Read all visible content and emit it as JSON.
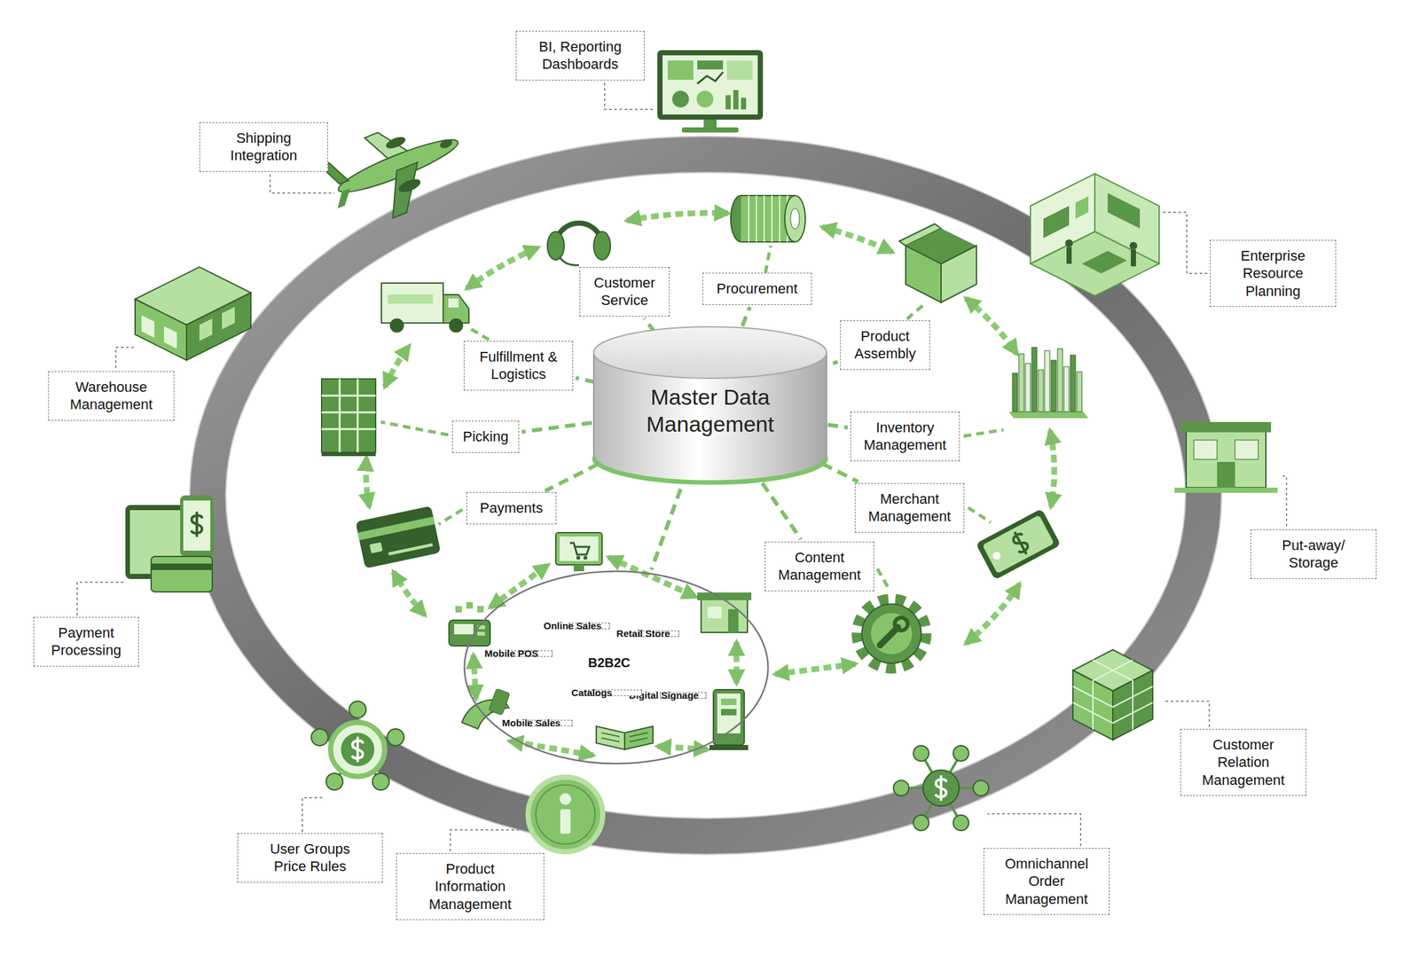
{
  "diagram": {
    "nodes": [
      {
        "text": [
          "BI, Reporting Dashboards"
        ]
      },
      {
        "text": [
          "Shipping Integration"
        ]
      },
      {
        "text": [
          "Enterprise Resource Planning"
        ]
      },
      {
        "text": [
          "Customer Service"
        ]
      },
      {
        "text": [
          "Procurement"
        ]
      },
      {
        "text": [
          "Product Assembly"
        ]
      },
      {
        "text": [
          "Fulfillment & Logistics"
        ]
      },
      {
        "text": [
          "Master Data Management"
        ]
      },
      {
        "text": [
          "Warehouse Management"
        ]
      },
      {
        "text": [
          "Picking"
        ]
      },
      {
        "text": [
          "Inventory Management"
        ]
      },
      {
        "text": [
          "Payments"
        ]
      },
      {
        "text": [
          "Merchant Management"
        ]
      },
      {
        "text": [
          "Put-away/ Storage"
        ]
      },
      {
        "text": [
          "Content Management"
        ]
      },
      {
        "text": [
          "B2B2C"
        ]
      },
      {
        "text": [
          "Online Sales"
        ],
        "in": 15
      },
      {
        "text": [
          "Retail Store"
        ],
        "in": 15
      },
      {
        "text": [
          "Mobile POS"
        ],
        "in": 15
      },
      {
        "text": [
          "Digital Signage"
        ],
        "in": 15
      },
      {
        "text": [
          "Catalogs"
        ],
        "in": 15
      },
      {
        "text": [
          "Mobile Sales"
        ],
        "in": 15
      },
      {
        "text": [
          "Payment Processing"
        ]
      },
      {
        "text": [
          "Customer Relation Management"
        ]
      },
      {
        "text": [
          "User Groups Price Rules"
        ]
      },
      {
        "text": [
          "Product Information Management"
        ]
      },
      {
        "text": [
          "Omnichannel Order Management"
        ]
      }
    ],
    "edges": [
      {
        "from": 7,
        "to": 3,
        "arrow": "none"
      },
      {
        "from": 7,
        "to": 4,
        "arrow": "none"
      },
      {
        "from": 7,
        "to": 5,
        "arrow": "none"
      },
      {
        "from": 7,
        "to": 10,
        "arrow": "none"
      },
      {
        "from": 7,
        "to": 12,
        "arrow": "none"
      },
      {
        "from": 7,
        "to": 14,
        "arrow": "none"
      },
      {
        "from": 7,
        "to": 15,
        "arrow": "none"
      },
      {
        "from": 7,
        "to": 11,
        "arrow": "none"
      },
      {
        "from": 7,
        "to": 9,
        "arrow": "none"
      },
      {
        "from": 7,
        "to": 6,
        "arrow": "none"
      }
    ]
  }
}
